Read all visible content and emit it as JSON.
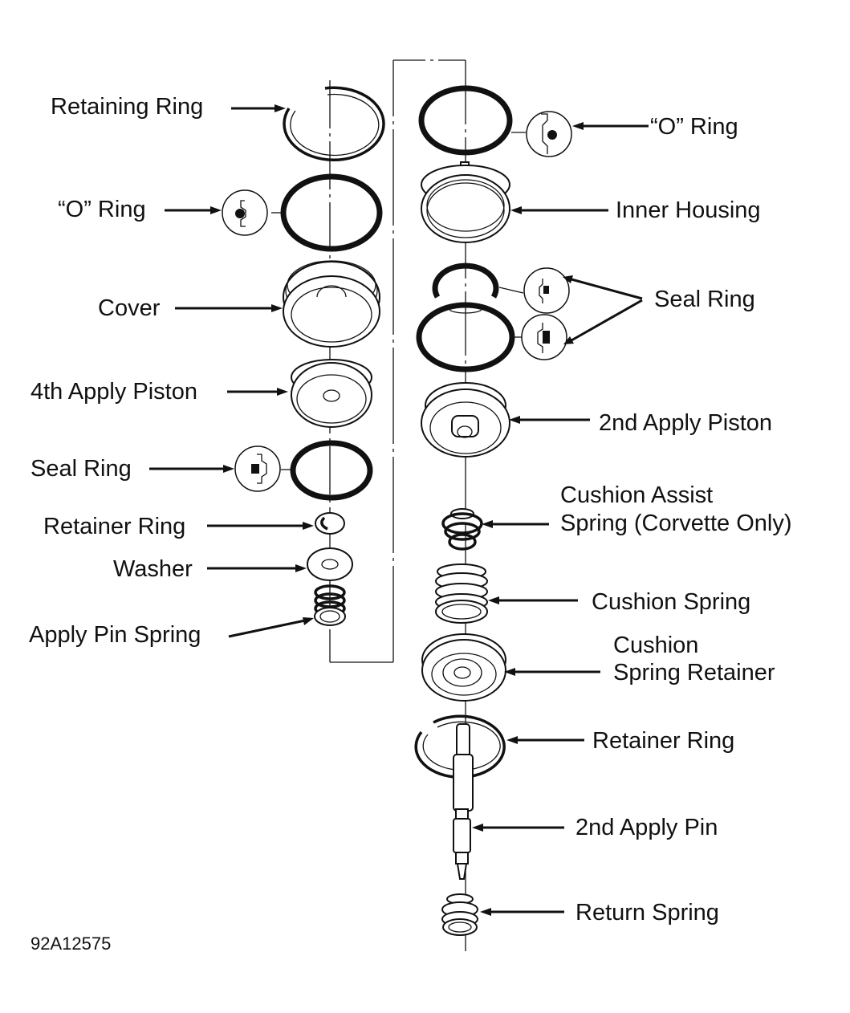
{
  "figure_id": "92A12575",
  "diagram": {
    "type": "exploded parts view",
    "left_column": [
      {
        "id": "retaining-ring",
        "label": "Retaining Ring"
      },
      {
        "id": "o-ring-left",
        "label": "“O” Ring",
        "callout": "o-ring-section"
      },
      {
        "id": "cover",
        "label": "Cover"
      },
      {
        "id": "4th-apply-piston",
        "label": "4th Apply Piston"
      },
      {
        "id": "seal-ring-left",
        "label": "Seal Ring",
        "callout": "seal-ring-section"
      },
      {
        "id": "retainer-ring-left",
        "label": "Retainer Ring"
      },
      {
        "id": "washer",
        "label": "Washer"
      },
      {
        "id": "apply-pin-spring",
        "label": "Apply Pin Spring"
      }
    ],
    "right_column": [
      {
        "id": "o-ring-right",
        "label": "“O” Ring",
        "callout": "o-ring-section"
      },
      {
        "id": "inner-housing",
        "label": "Inner Housing"
      },
      {
        "id": "seal-ring-right",
        "label": "Seal Ring",
        "callout": "two seal-ring sections"
      },
      {
        "id": "2nd-apply-piston",
        "label": "2nd Apply Piston"
      },
      {
        "id": "cushion-assist-spring",
        "label_lines": [
          "Cushion Assist",
          "Spring (Corvette Only)"
        ]
      },
      {
        "id": "cushion-spring",
        "label": "Cushion Spring"
      },
      {
        "id": "cushion-spring-retainer",
        "label_lines": [
          "Cushion",
          "Spring Retainer"
        ]
      },
      {
        "id": "retainer-ring-right",
        "label": "Retainer Ring"
      },
      {
        "id": "2nd-apply-pin",
        "label": "2nd Apply Pin"
      },
      {
        "id": "return-spring",
        "label": "Return Spring"
      }
    ],
    "connector": "left column axis continues to top of right column"
  }
}
